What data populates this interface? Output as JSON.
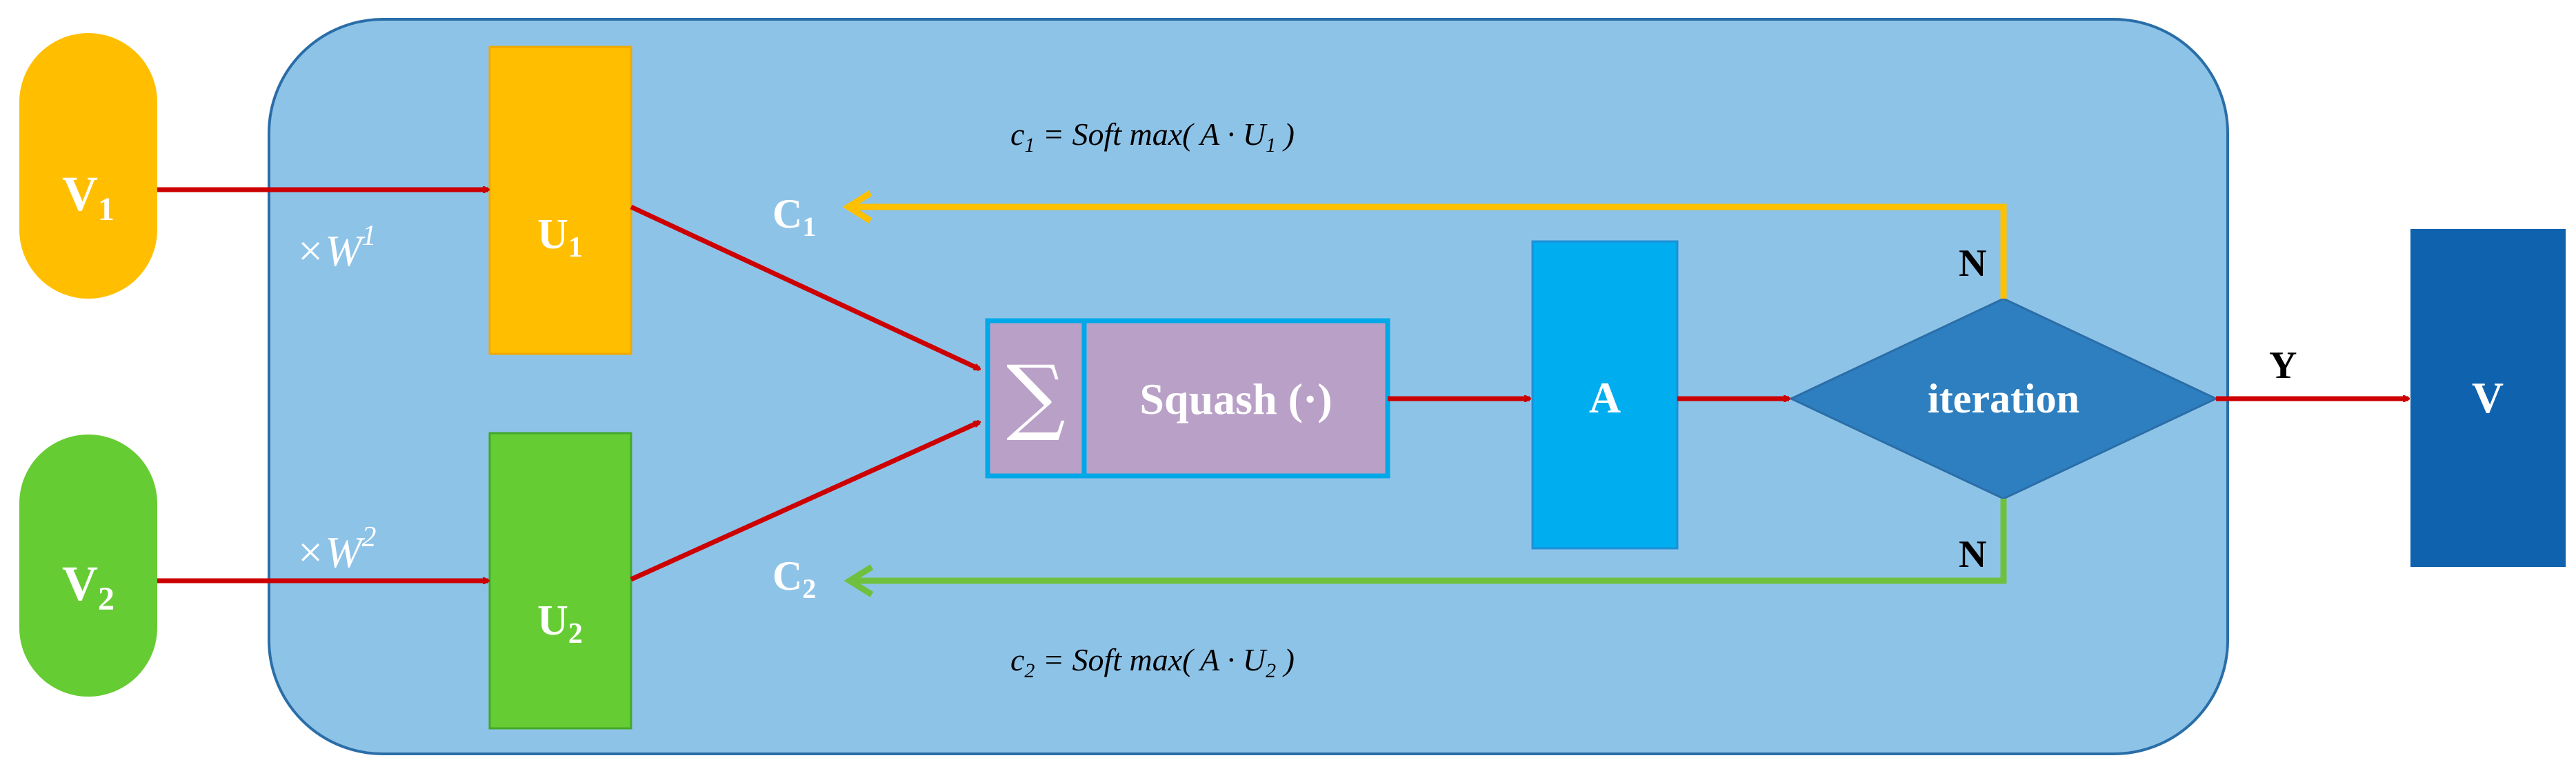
{
  "nodes": {
    "v1": {
      "main": "V",
      "sub": "1"
    },
    "v2": {
      "main": "V",
      "sub": "2"
    },
    "u1": {
      "main": "U",
      "sub": "1"
    },
    "u2": {
      "main": "U",
      "sub": "2"
    },
    "sum_symbol": "∑",
    "squash": "Squash (·)",
    "a": "A",
    "iteration": "iteration",
    "v_out": "V"
  },
  "weights": {
    "w1": {
      "prefix": "×W",
      "sup": "1"
    },
    "w2": {
      "prefix": "×W",
      "sup": "2"
    }
  },
  "coupling": {
    "c1": {
      "main": "C",
      "sub": "1"
    },
    "c2": {
      "main": "C",
      "sub": "2"
    }
  },
  "formulas": {
    "c1": {
      "lhs_main": "c",
      "lhs_sub": "1",
      "rhs": " = Soft max( A · U",
      "rhs_sub": "1",
      "close": " )"
    },
    "c2": {
      "lhs_main": "c",
      "lhs_sub": "2",
      "rhs": " = Soft max( A · U",
      "rhs_sub": "2",
      "close": " )"
    }
  },
  "decisions": {
    "no_top": "N",
    "no_bottom": "N",
    "yes": "Y"
  },
  "colors": {
    "container_fill": "#8ec3e8",
    "container_stroke": "#2a6ea8",
    "yellow": "#ffbf00",
    "yellow_edge": "#f0a800",
    "green": "#66cc33",
    "green_edge": "#44a82a",
    "purple": "#b9a0c7",
    "purple_edge": "#00a8e8",
    "a_box": "#00adef",
    "diamond": "#2e7fc0",
    "output_box": "#0f62ad",
    "arrow_red": "#cc0000",
    "yellow_line": "#ffc000",
    "green_line": "#70c040"
  }
}
